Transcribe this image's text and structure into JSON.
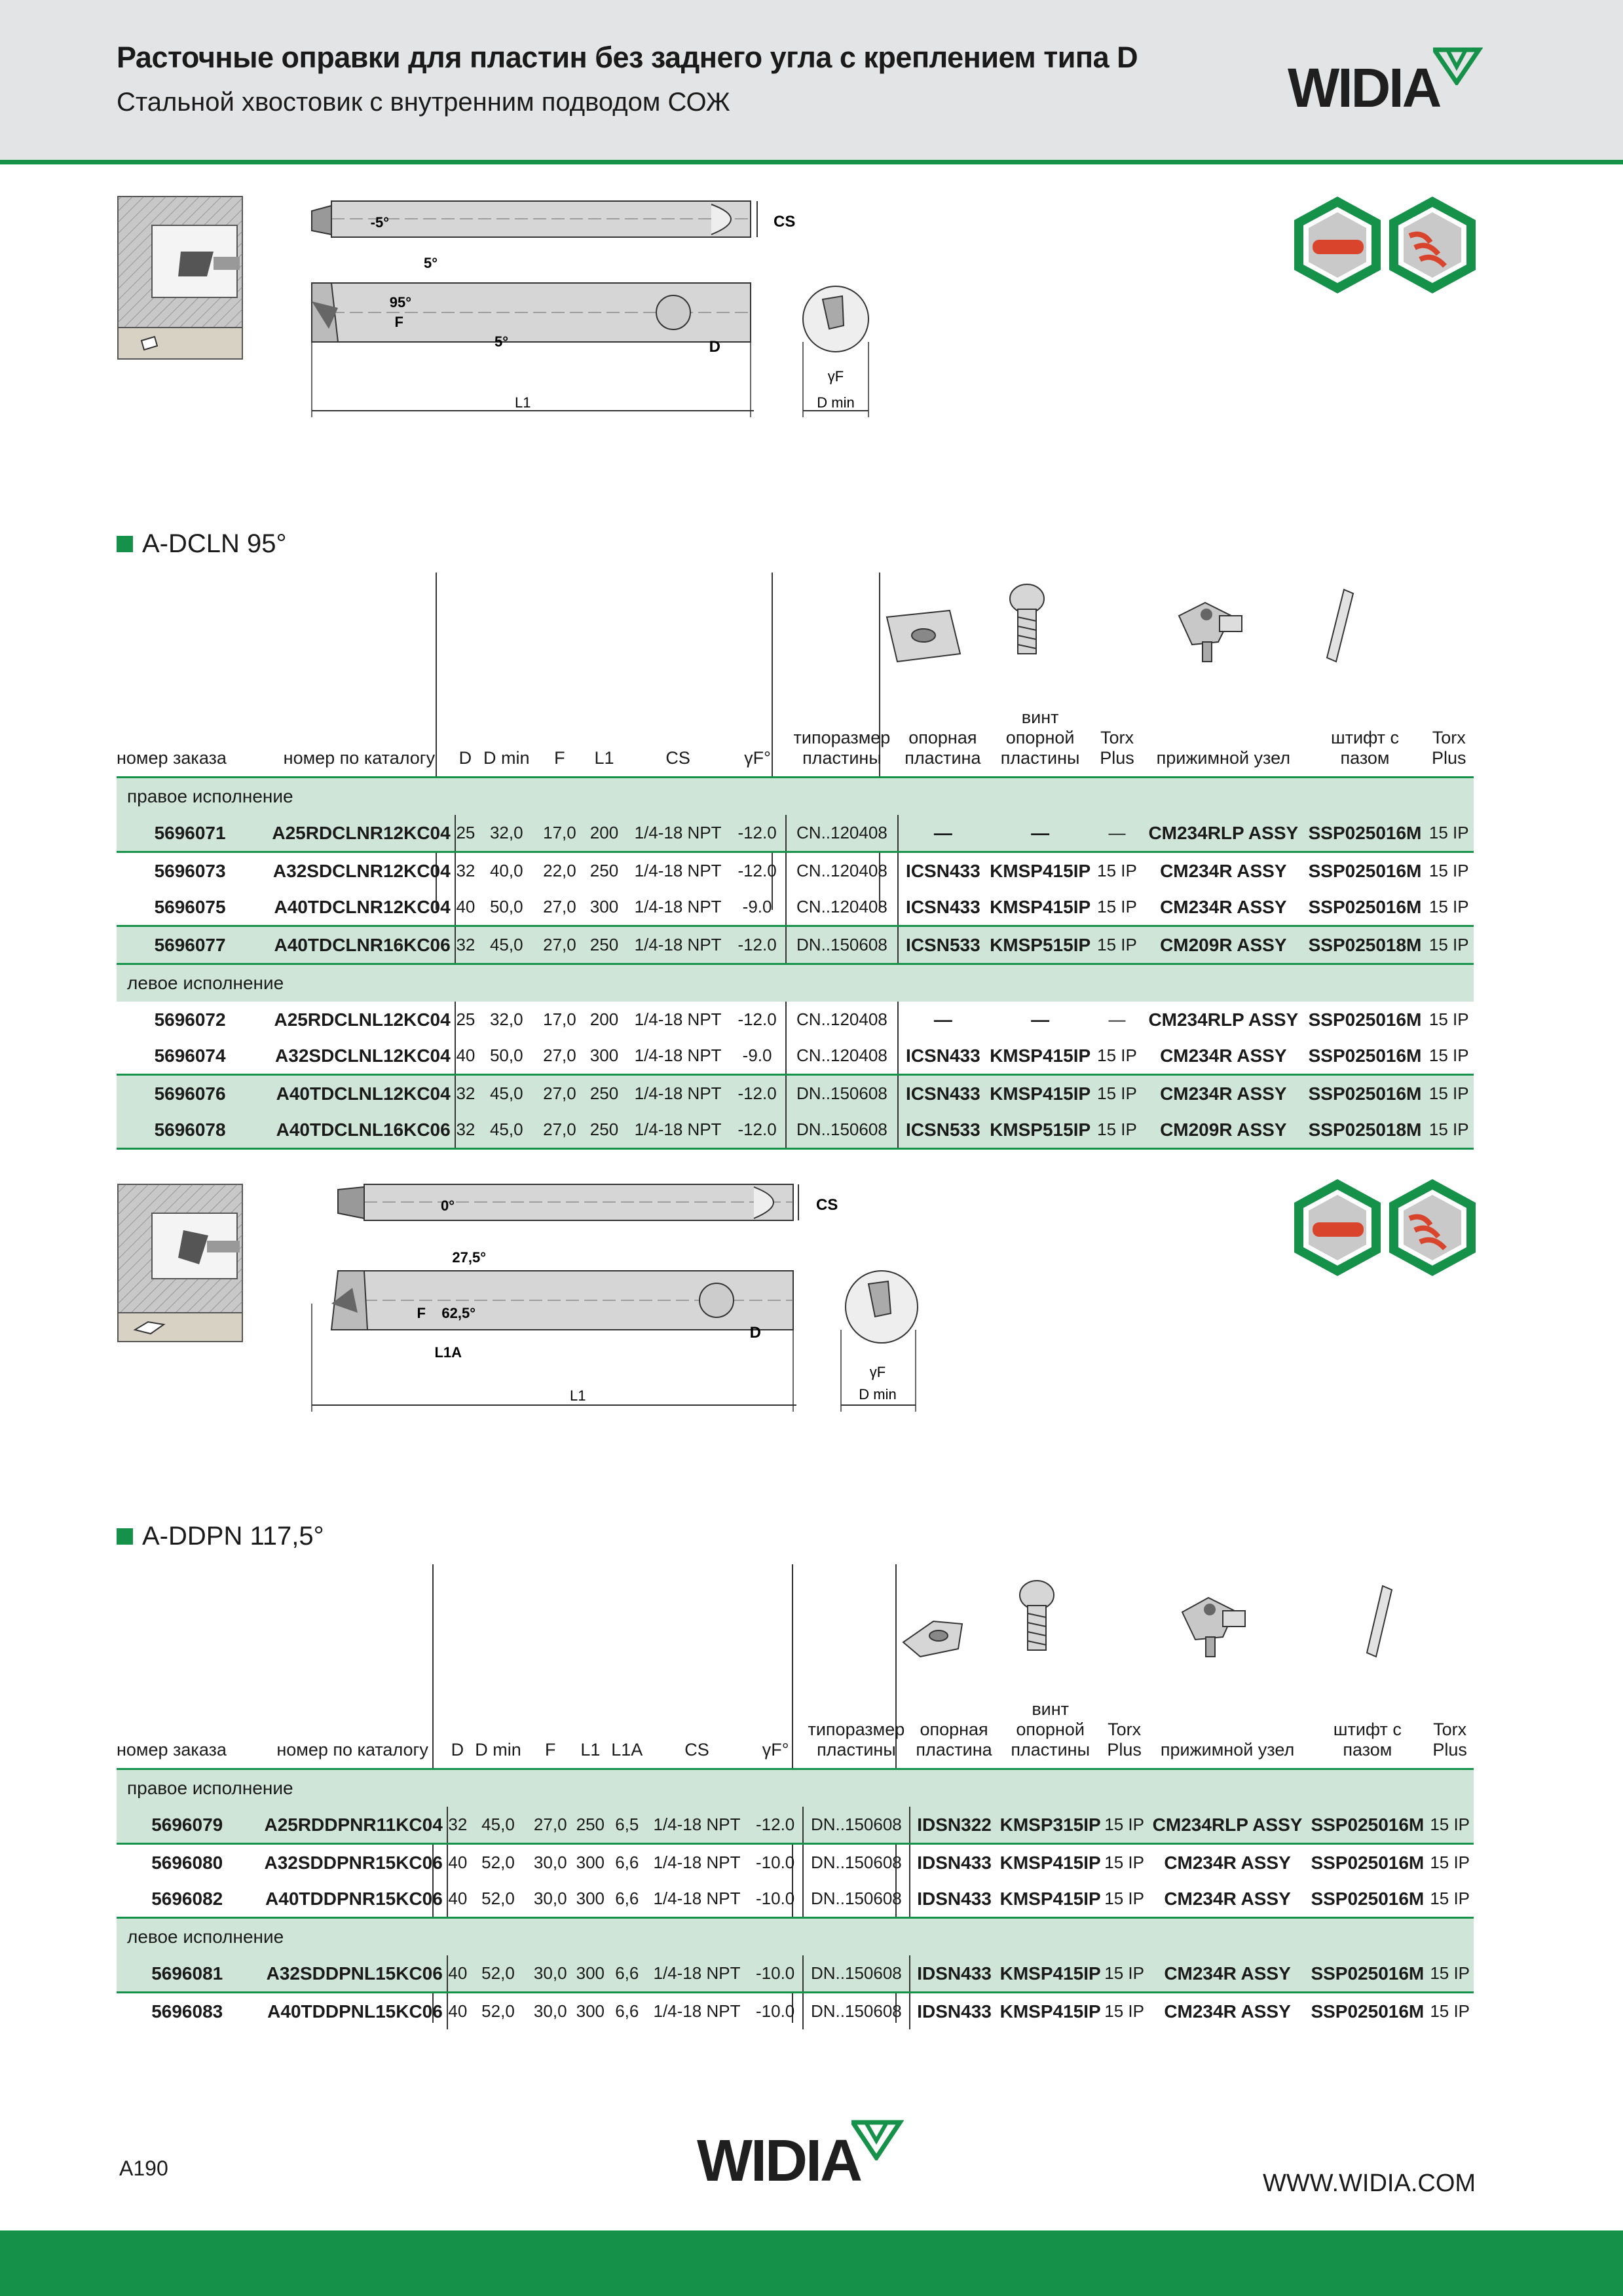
{
  "header": {
    "title": "Расточные оправки для пластин без заднего угла с креплением типа D",
    "subtitle": "Стальной хвостовик с внутренним подводом СОЖ",
    "logo_text": "WIDIA"
  },
  "drawing1": {
    "labels": {
      "a_neg5": "-5°",
      "cs": "CS",
      "a5a": "5°",
      "a95": "95°",
      "f": "F",
      "a5b": "5°",
      "d": "D",
      "l1": "L1",
      "gf": "γF",
      "dmin": "D min"
    }
  },
  "drawing2": {
    "labels": {
      "a0": "0°",
      "cs": "CS",
      "a275": "27,5°",
      "f": "F",
      "a625": "62,5°",
      "l1a": "L1A",
      "d": "D",
      "l1": "L1",
      "gf": "γF",
      "dmin": "D min"
    }
  },
  "section1": {
    "title": "A-DCLN 95°",
    "headers": [
      "номер заказа",
      "номер по каталогу",
      "D",
      "D min",
      "F",
      "L1",
      "CS",
      "γF°",
      "типоразмер пластины",
      "опорная пластина",
      "винт опорной пластины",
      "Torx Plus",
      "прижимной узел",
      "штифт с пазом",
      "Torx Plus"
    ],
    "groups": [
      {
        "label": "правое исполнение",
        "rows": [
          [
            "5696071",
            "A25RDCLNR12KC04",
            "25",
            "32,0",
            "17,0",
            "200",
            "1/4-18 NPT",
            "-12.0",
            "CN..120408",
            "—",
            "—",
            "—",
            "CM234RLP ASSY",
            "SSP025016M",
            "15 IP"
          ],
          [
            "5696073",
            "A32SDCLNR12KC04",
            "32",
            "40,0",
            "22,0",
            "250",
            "1/4-18 NPT",
            "-12.0",
            "CN..120408",
            "ICSN433",
            "KMSP415IP",
            "15 IP",
            "CM234R ASSY",
            "SSP025016M",
            "15 IP"
          ],
          [
            "5696075",
            "A40TDCLNR12KC04",
            "40",
            "50,0",
            "27,0",
            "300",
            "1/4-18 NPT",
            "-9.0",
            "CN..120408",
            "ICSN433",
            "KMSP415IP",
            "15 IP",
            "CM234R ASSY",
            "SSP025016M",
            "15 IP"
          ],
          [
            "5696077",
            "A40TDCLNR16KC06",
            "32",
            "45,0",
            "27,0",
            "250",
            "1/4-18 NPT",
            "-12.0",
            "DN..150608",
            "ICSN533",
            "KMSP515IP",
            "15 IP",
            "CM209R ASSY",
            "SSP025018M",
            "15 IP"
          ]
        ]
      },
      {
        "label": "левое исполнение",
        "rows": [
          [
            "5696072",
            "A25RDCLNL12KC04",
            "25",
            "32,0",
            "17,0",
            "200",
            "1/4-18 NPT",
            "-12.0",
            "CN..120408",
            "—",
            "—",
            "—",
            "CM234RLP ASSY",
            "SSP025016M",
            "15 IP"
          ],
          [
            "5696074",
            "A32SDCLNL12KC04",
            "40",
            "50,0",
            "27,0",
            "300",
            "1/4-18 NPT",
            "-9.0",
            "CN..120408",
            "ICSN433",
            "KMSP415IP",
            "15 IP",
            "CM234R ASSY",
            "SSP025016M",
            "15 IP"
          ],
          [
            "5696076",
            "A40TDCLNL12KC04",
            "32",
            "45,0",
            "27,0",
            "250",
            "1/4-18 NPT",
            "-12.0",
            "DN..150608",
            "ICSN433",
            "KMSP415IP",
            "15 IP",
            "CM234R ASSY",
            "SSP025016M",
            "15 IP"
          ],
          [
            "5696078",
            "A40TDCLNL16KC06",
            "32",
            "45,0",
            "27,0",
            "250",
            "1/4-18 NPT",
            "-12.0",
            "DN..150608",
            "ICSN533",
            "KMSP515IP",
            "15 IP",
            "CM209R ASSY",
            "SSP025018M",
            "15 IP"
          ]
        ]
      }
    ]
  },
  "section2": {
    "title": "A-DDPN 117,5°",
    "headers": [
      "номер заказа",
      "номер по каталогу",
      "D",
      "D min",
      "F",
      "L1",
      "L1A",
      "CS",
      "γF°",
      "типоразмер пластины",
      "опорная пластина",
      "винт опорной пластины",
      "Torx Plus",
      "прижимной узел",
      "штифт с пазом",
      "Torx Plus"
    ],
    "groups": [
      {
        "label": "правое исполнение",
        "rows": [
          [
            "5696079",
            "A25RDDPNR11KC04",
            "32",
            "45,0",
            "27,0",
            "250",
            "6,5",
            "1/4-18 NPT",
            "-12.0",
            "DN..150608",
            "IDSN322",
            "KMSP315IP",
            "15 IP",
            "CM234RLP ASSY",
            "SSP025016M",
            "15 IP"
          ],
          [
            "5696080",
            "A32SDDPNR15KC06",
            "40",
            "52,0",
            "30,0",
            "300",
            "6,6",
            "1/4-18 NPT",
            "-10.0",
            "DN..150608",
            "IDSN433",
            "KMSP415IP",
            "15 IP",
            "CM234R ASSY",
            "SSP025016M",
            "15 IP"
          ],
          [
            "5696082",
            "A40TDDPNR15KC06",
            "40",
            "52,0",
            "30,0",
            "300",
            "6,6",
            "1/4-18 NPT",
            "-10.0",
            "DN..150608",
            "IDSN433",
            "KMSP415IP",
            "15 IP",
            "CM234R ASSY",
            "SSP025016M",
            "15 IP"
          ]
        ]
      },
      {
        "label": "левое исполнение",
        "rows": [
          [
            "5696081",
            "A32SDDPNL15KC06",
            "40",
            "52,0",
            "30,0",
            "300",
            "6,6",
            "1/4-18 NPT",
            "-10.0",
            "DN..150608",
            "IDSN433",
            "KMSP415IP",
            "15 IP",
            "CM234R ASSY",
            "SSP025016M",
            "15 IP"
          ],
          [
            "5696083",
            "A40TDDPNL15KC06",
            "40",
            "52,0",
            "30,0",
            "300",
            "6,6",
            "1/4-18 NPT",
            "-10.0",
            "DN..150608",
            "IDSN433",
            "KMSP415IP",
            "15 IP",
            "CM234R ASSY",
            "SSP025016M",
            "15 IP"
          ]
        ]
      }
    ]
  },
  "footer": {
    "page": "A190",
    "logo_text": "WIDIA",
    "url": "WWW.WIDIA.COM"
  },
  "colors": {
    "brand_green": "#16914a",
    "row_green": "#cfe5d7",
    "header_gray": "#e3e4e5"
  }
}
